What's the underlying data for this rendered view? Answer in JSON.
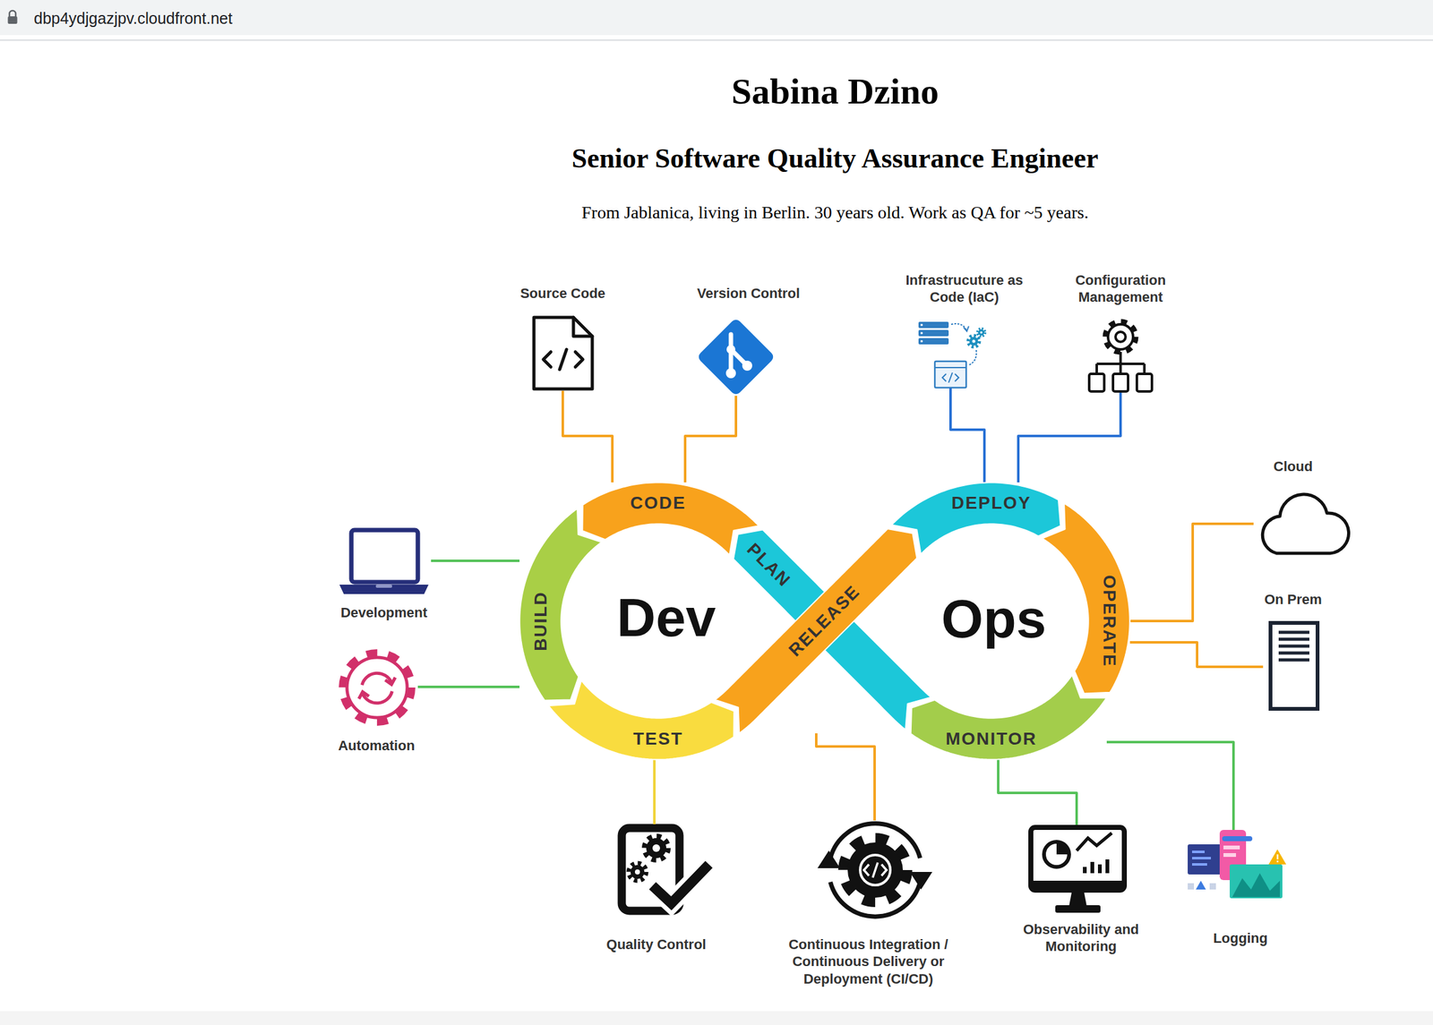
{
  "diagram": {
    "title": "Sabina Dzino",
    "nodes": [
      {
        "text": [
          "Source Code"
        ]
      },
      {
        "text": [
          "Version Control"
        ]
      },
      {
        "text": [
          "Infrastrucuture as Code (IaC)"
        ]
      },
      {
        "text": [
          "Configuration Management"
        ]
      },
      {
        "text": [
          "Cloud"
        ]
      },
      {
        "text": [
          "Development"
        ]
      },
      {
        "text": [
          "CODE"
        ]
      },
      {
        "text": [
          "PLAN"
        ]
      },
      {
        "text": [
          "DEPLOY"
        ]
      },
      {
        "text": [
          "BUILD"
        ]
      },
      {
        "text": [
          "RELEASE"
        ]
      },
      {
        "text": [
          "OPERATE"
        ]
      },
      {
        "text": [
          "On Prem"
        ]
      },
      {
        "text": [
          "Automation"
        ]
      },
      {
        "text": [
          "TEST"
        ]
      },
      {
        "text": [
          "MONITOR"
        ]
      },
      {
        "text": [
          "Quality Control"
        ]
      },
      {
        "text": [
          "Continuous Integration / Continuous Delivery or Deployment (CI/CD)"
        ]
      },
      {
        "text": [
          "Observability and Monitoring"
        ]
      },
      {
        "text": [
          "Logging"
        ]
      }
    ],
    "edges": [
      {
        "from": 6,
        "to": 0,
        "arrow": "none"
      },
      {
        "from": 6,
        "to": 1,
        "arrow": "none"
      },
      {
        "from": 8,
        "to": 2,
        "arrow": "none"
      },
      {
        "from": 8,
        "to": 3,
        "arrow": "none"
      },
      {
        "from": 11,
        "to": 4,
        "arrow": "none"
      },
      {
        "from": 11,
        "to": 12,
        "arrow": "none"
      },
      {
        "from": 9,
        "to": 5,
        "arrow": "none"
      },
      {
        "from": 9,
        "to": 13,
        "arrow": "none"
      },
      {
        "from": 14,
        "to": 16,
        "arrow": "none"
      },
      {
        "from": 10,
        "to": 17,
        "arrow": "none"
      },
      {
        "from": 15,
        "to": 18,
        "arrow": "none"
      },
      {
        "from": 15,
        "to": 19,
        "arrow": "none"
      }
    ],
    "labels": [
      "dbp4ydjgazjpv.cloudfront.net",
      "Senior Software Quality Assurance Engineer",
      "From Jablanica, living in Berlin. 30 years old. Work as QA for ~5 years.",
      "Dev",
      "Ops"
    ]
  }
}
